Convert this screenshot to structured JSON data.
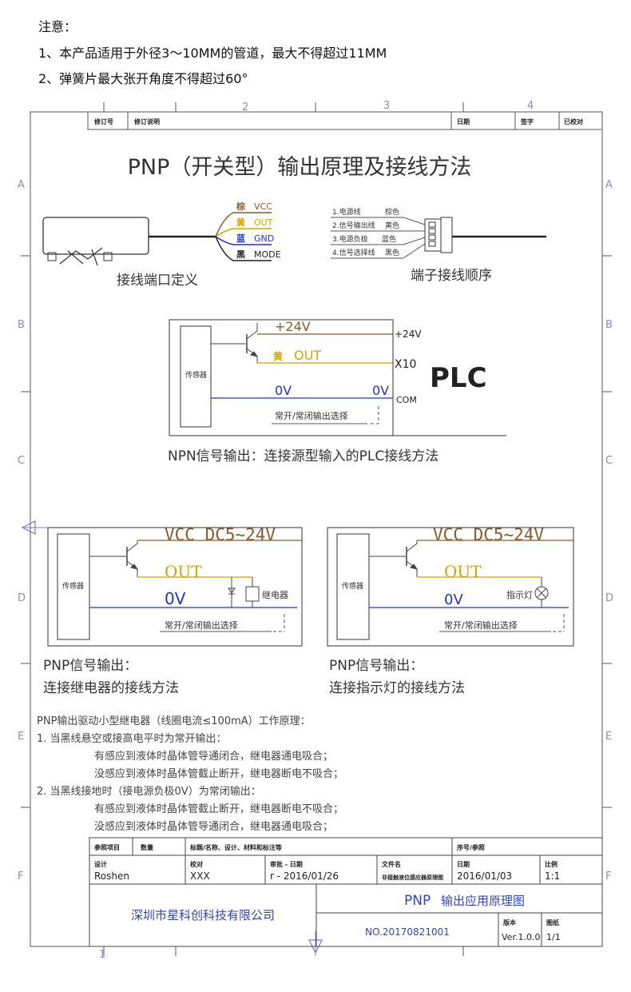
{
  "notes": {
    "heading": "注意：",
    "line1": "1、本产品适用于外径3～10MM的管道，最大不得超过11MM",
    "line2": "2、弹簧片最大张开角度不得超过60°"
  },
  "frame": {
    "col_marks": [
      "1",
      "2",
      "3",
      "4"
    ],
    "row_marks": [
      "A",
      "B",
      "C",
      "D",
      "E",
      "F"
    ],
    "rev_no": "修订号",
    "rev_desc": "修订说明",
    "date": "日期",
    "sign": "签字",
    "checked": "已校对"
  },
  "title": "PNP（开关型）输出原理及接线方法",
  "wires": {
    "labels": [
      {
        "color_name": "棕",
        "signal": "VCC",
        "color": "#8a5a2b"
      },
      {
        "color_name": "黄",
        "signal": "OUT",
        "color": "#d4a500"
      },
      {
        "color_name": "蓝",
        "signal": "GND",
        "color": "#2233cc"
      },
      {
        "color_name": "黑",
        "signal": "MODE",
        "color": "#222222"
      }
    ],
    "port_caption": "接线端口定义",
    "terminal_list": [
      {
        "name": "1.电源线",
        "color": "棕色"
      },
      {
        "name": "2.信号输出线",
        "color": "黄色"
      },
      {
        "name": "3.电源负极",
        "color": "蓝色"
      },
      {
        "name": "4.信号选择线",
        "color": "黑色"
      }
    ],
    "terminal_caption": "端子接线顺序"
  },
  "plc": {
    "sensor": "传感器",
    "v24": "+24V",
    "v24_right": "+24V",
    "yellow": "黄",
    "out": "OUT",
    "x10": "X10",
    "ov_left": "0V",
    "ov_mid": "0V",
    "com": "COM",
    "plc": "PLC",
    "select": "常开/常闭输出选择",
    "caption": "NPN信号输出：连接源型输入的PLC接线方法"
  },
  "relay": {
    "sensor": "传感器",
    "vcc": "VCC DC5~24V",
    "out": "OUT",
    "ov": "0V",
    "device": "继电器",
    "select": "常开/常闭输出选择",
    "caption1": "PNP信号输出：",
    "caption2": "连接继电器的接线方法"
  },
  "lamp": {
    "sensor": "传感器",
    "vcc": "VCC DC5~24V",
    "out": "OUT",
    "ov": "0V",
    "device": "指示灯",
    "select": "常开/常闭输出选择",
    "caption1": "PNP信号输出：",
    "caption2": "连接指示灯的接线方法"
  },
  "principle": {
    "heading": "PNP输出驱动小型继电器（线圈电流≤100mA）工作原理：",
    "p1": "1. 当黑线悬空或接高电平时为常开输出：",
    "p1a": "有感应到液体时晶体管导通闭合，继电器通电吸合；",
    "p1b": "没感应到液体时晶体管截止断开，继电器断电不吸合；",
    "p2": "2. 当黑线接地时（接电源负极0V）为常闭输出：",
    "p2a": "有感应到液体时晶体管截止断开，继电器断电不吸合；",
    "p2b": "没感应到液体时晶体管导通闭合，继电器通电吸合；"
  },
  "titleblock": {
    "ref": "参照项目",
    "qty": "数量",
    "spec": "标题/名称、设计、材料和标注等",
    "seq": "序号/参照",
    "design_label": "设计",
    "design_value": "Roshen",
    "check_label": "校对",
    "check_value": "XXX",
    "review_label": "审批 - 日期",
    "review_value": "r - 2016/01/26",
    "file_label": "文件名",
    "file_value": "非接触液位感应器原理图",
    "date_label": "日期",
    "date_value": "2016/01/03",
    "scale_label": "比例",
    "scale_value": "1:1",
    "company": "深圳市星科创科技有限公司",
    "doc_title_a": "PNP",
    "doc_title_b": "输出应用原理图",
    "doc_no": "NO.20170821001",
    "ver_label": "版本",
    "ver_value": "Ver.1.0.0",
    "sheet_label": "图纸",
    "sheet_value": "1/1"
  }
}
